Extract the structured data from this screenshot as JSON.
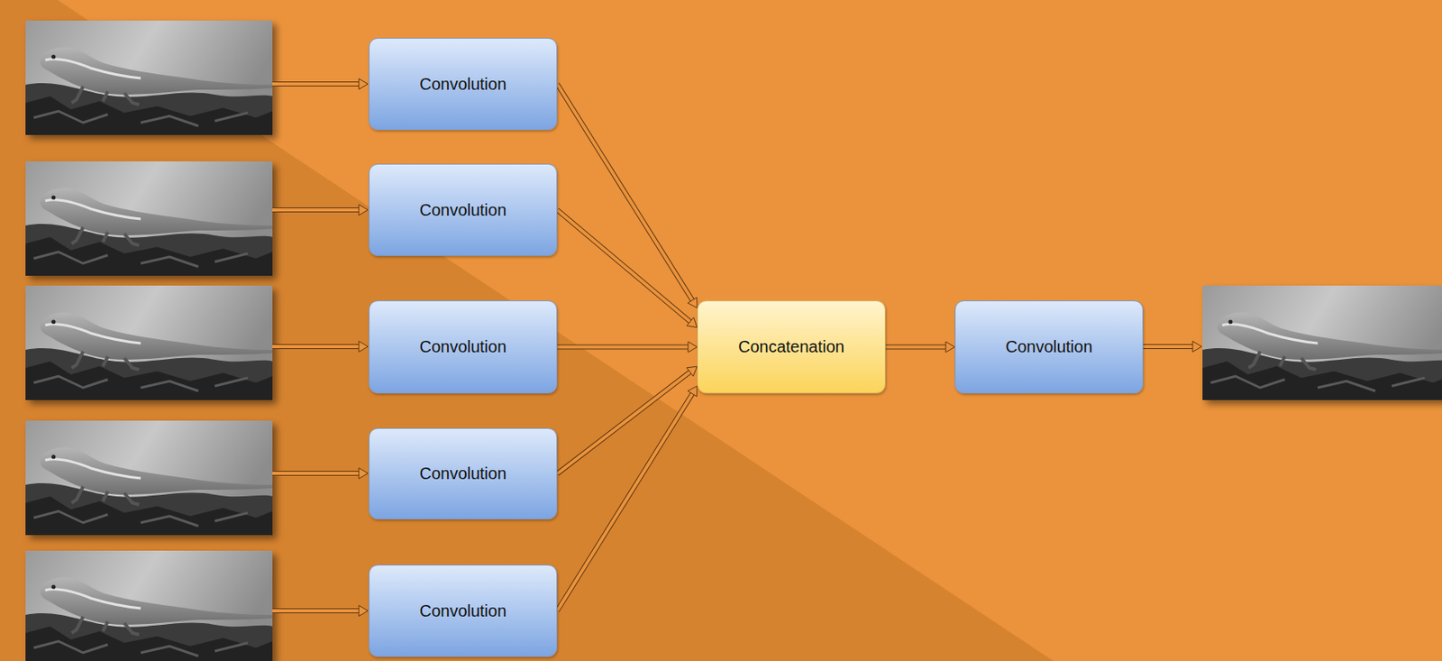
{
  "diagram": {
    "nodes": [
      {
        "text": [
          "Convolution"
        ]
      },
      {
        "text": [
          "Convolution"
        ]
      },
      {
        "text": [
          "Convolution"
        ]
      },
      {
        "text": [
          "Convolution"
        ]
      },
      {
        "text": [
          "Convolution"
        ]
      },
      {
        "text": [
          "Concatenation"
        ]
      },
      {
        "text": [
          "Convolution"
        ]
      }
    ],
    "edges": [
      {
        "from": 0,
        "to": 5,
        "arrow": "to"
      },
      {
        "from": 1,
        "to": 5,
        "arrow": "to"
      },
      {
        "from": 2,
        "to": 5,
        "arrow": "to"
      },
      {
        "from": 3,
        "to": 5,
        "arrow": "to"
      },
      {
        "from": 4,
        "to": 5,
        "arrow": "to"
      },
      {
        "from": 5,
        "to": 6,
        "arrow": "to"
      }
    ]
  }
}
